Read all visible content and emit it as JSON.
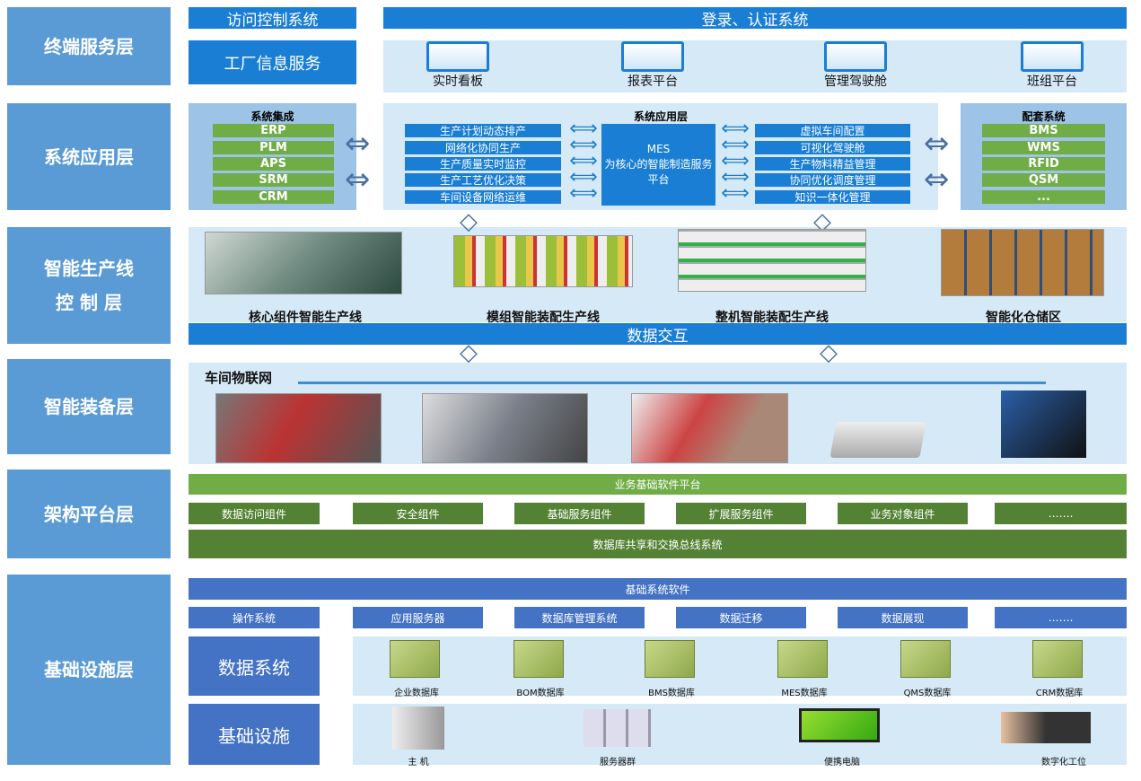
{
  "layers": [
    "终端服务层",
    "系统应用层",
    "智能生产线",
    "控 制 层",
    "智能装备层",
    "架构平台层",
    "基础设施层"
  ],
  "terminal": {
    "access": "访问控制系统",
    "login": "登录、认证系统",
    "factory": "工厂信息服务",
    "apps": [
      "实时看板",
      "报表平台",
      "管理驾驶舱",
      "班组平台"
    ]
  },
  "app": {
    "integration_title": "系统集成",
    "integration": [
      "ERP",
      "PLM",
      "APS",
      "SRM",
      "CRM"
    ],
    "app_title": "系统应用层",
    "left": [
      "生产计划动态排产",
      "网络化协同生产",
      "生产质量实时监控",
      "生产工艺优化决策",
      "车间设备网络运维"
    ],
    "mes": [
      "MES",
      "为核心的智能制造服务",
      "平台"
    ],
    "right": [
      "虚拟车间配置",
      "可视化驾驶舱",
      "生产物料精益管理",
      "协同优化调度管理",
      "知识一体化管理"
    ],
    "support_title": "配套系统",
    "support": [
      "BMS",
      "WMS",
      "RFID",
      "QSM",
      "..."
    ]
  },
  "production": {
    "lines": [
      "核心组件智能生产线",
      "模组智能装配生产线",
      "整机智能装配生产线",
      "智能化仓储区"
    ],
    "exchange": "数据交互"
  },
  "equipment": {
    "iot": "车间物联网"
  },
  "platform": {
    "top": "业务基础软件平台",
    "items": [
      "数据访问组件",
      "安全组件",
      "基础服务组件",
      "扩展服务组件",
      "业务对象组件",
      "……."
    ],
    "bottom": "数据库共享和交换总线系统"
  },
  "infra": {
    "top": "基础系统软件",
    "items": [
      "操作系统",
      "应用服务器",
      "数据库管理系统",
      "数据迁移",
      "数据展现",
      "……."
    ],
    "data_title": "数据系统",
    "dbs": [
      "企业数据库",
      "BOM数据库",
      "BMS数据库",
      "MES数据库",
      "QMS数据库",
      "CRM数据库"
    ],
    "base_title": "基础设施",
    "devices": [
      "主 机",
      "服务器群",
      "便携电脑",
      "数字化工位"
    ]
  }
}
